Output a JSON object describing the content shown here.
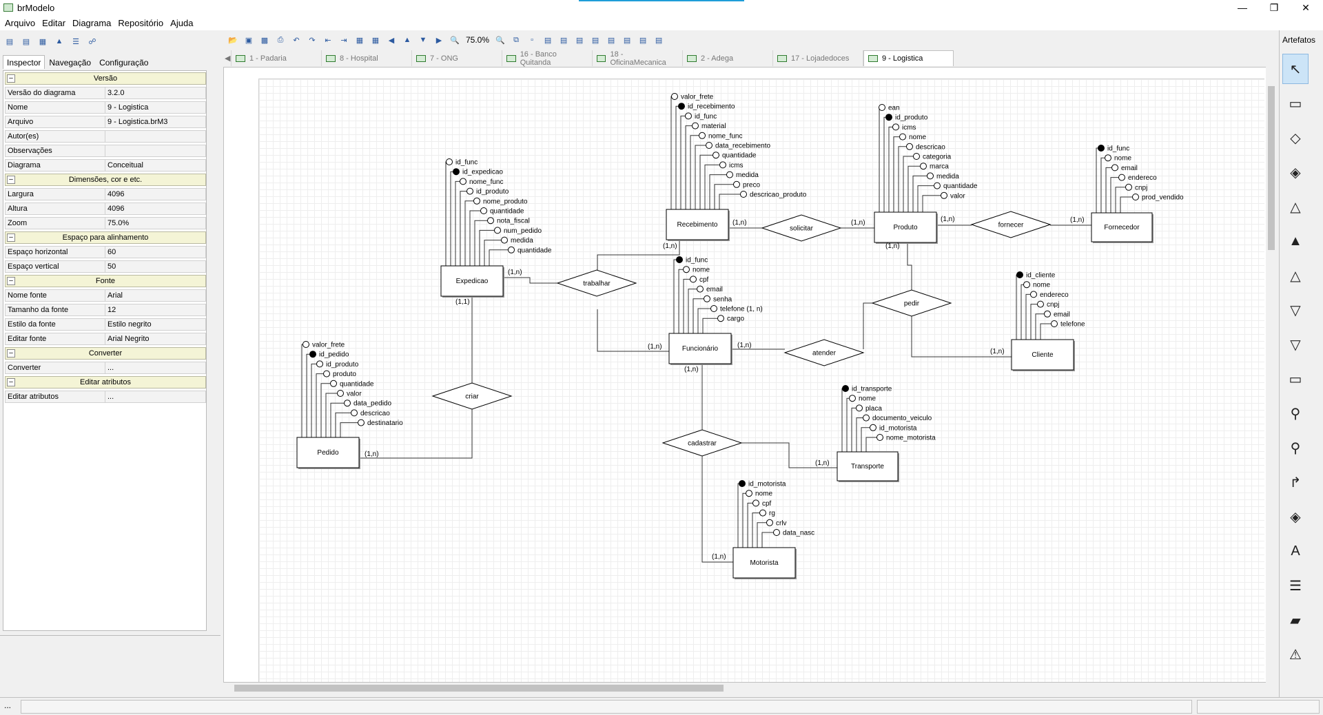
{
  "window": {
    "title": "brModelo"
  },
  "menu": [
    "Arquivo",
    "Editar",
    "Diagrama",
    "Repositório",
    "Ajuda"
  ],
  "left_tabs": [
    "Inspector",
    "Navegação",
    "Configuração"
  ],
  "inspector": [
    {
      "section": "Versão"
    },
    {
      "k": "Versão do diagrama",
      "v": "3.2.0"
    },
    {
      "k": "Nome",
      "v": "9 - Logistica"
    },
    {
      "k": "Arquivo",
      "v": "9 - Logistica.brM3"
    },
    {
      "k": "Autor(es)",
      "v": ""
    },
    {
      "k": "Observações",
      "v": ""
    },
    {
      "k": "Diagrama",
      "v": "Conceitual"
    },
    {
      "section": "Dimensões, cor e etc."
    },
    {
      "k": "Largura",
      "v": "4096"
    },
    {
      "k": "Altura",
      "v": "4096"
    },
    {
      "k": "Zoom",
      "v": "75.0%"
    },
    {
      "section": "Espaço para alinhamento"
    },
    {
      "k": "Espaço horizontal",
      "v": "60"
    },
    {
      "k": "Espaço vertical",
      "v": "50"
    },
    {
      "section": "Fonte"
    },
    {
      "k": "Nome fonte",
      "v": "Arial"
    },
    {
      "k": "Tamanho da fonte",
      "v": "12"
    },
    {
      "k": "Estilo da fonte",
      "v": "Estilo negrito"
    },
    {
      "k": "Editar fonte",
      "v": "Arial Negrito"
    },
    {
      "section": "Converter"
    },
    {
      "k": "Converter",
      "v": "..."
    },
    {
      "section": "Editar atributos"
    },
    {
      "k": "Editar atributos",
      "v": "..."
    }
  ],
  "zoom": "75.0%",
  "doc_tabs": [
    "1 - Padaria",
    "8 - Hospital",
    "7 - ONG",
    "16 - Banco Quitanda",
    "18 - OficinaMecanica",
    "2 - Adega",
    "17 - Lojadedoces",
    "9 - Logistica"
  ],
  "active_tab": "9 - Logistica",
  "right_panel_title": "Artefatos",
  "status_text": "...",
  "diagram": {
    "entities": {
      "recebimento": {
        "name": "Recebimento",
        "attrs": [
          [
            "valor_frete",
            false
          ],
          [
            "id_recebimento",
            true
          ],
          [
            "id_func",
            false
          ],
          [
            "material",
            false
          ],
          [
            "nome_func",
            false
          ],
          [
            "data_recebimento",
            false
          ],
          [
            "quantidade",
            false
          ],
          [
            "icms",
            false
          ],
          [
            "medida",
            false
          ],
          [
            "preco",
            false
          ],
          [
            "descricao_produto",
            false
          ]
        ]
      },
      "produto": {
        "name": "Produto",
        "attrs": [
          [
            "ean",
            false
          ],
          [
            "id_produto",
            true
          ],
          [
            "icms",
            false
          ],
          [
            "nome",
            false
          ],
          [
            "descricao",
            false
          ],
          [
            "categoria",
            false
          ],
          [
            "marca",
            false
          ],
          [
            "medida",
            false
          ],
          [
            "quantidade",
            false
          ],
          [
            "valor",
            false
          ]
        ]
      },
      "fornecedor": {
        "name": "Fornecedor",
        "attrs": [
          [
            "id_func",
            true
          ],
          [
            "nome",
            false
          ],
          [
            "email",
            false
          ],
          [
            "endereco",
            false
          ],
          [
            "cnpj",
            false
          ],
          [
            "prod_vendido",
            false
          ]
        ]
      },
      "expedicao": {
        "name": "Expedicao",
        "attrs": [
          [
            "id_func",
            false
          ],
          [
            "id_expedicao",
            true
          ],
          [
            "nome_func",
            false
          ],
          [
            "id_produto",
            false
          ],
          [
            "nome_produto",
            false
          ],
          [
            "quantidade",
            false
          ],
          [
            "nota_fiscal",
            false
          ],
          [
            "num_pedido",
            false
          ],
          [
            "medida",
            false
          ],
          [
            "quantidade",
            false
          ]
        ]
      },
      "funcionario": {
        "name": "Funcionário",
        "attrs": [
          [
            "id_func",
            true
          ],
          [
            "nome",
            false
          ],
          [
            "cpf",
            false
          ],
          [
            "email",
            false
          ],
          [
            "senha",
            false
          ],
          [
            "telefone (1, n)",
            false
          ],
          [
            "cargo",
            false
          ]
        ]
      },
      "cliente": {
        "name": "Cliente",
        "attrs": [
          [
            "id_cliente",
            true
          ],
          [
            "nome",
            false
          ],
          [
            "endereco",
            false
          ],
          [
            "cnpj",
            false
          ],
          [
            "email",
            false
          ],
          [
            "telefone",
            false
          ]
        ]
      },
      "pedido": {
        "name": "Pedido",
        "attrs": [
          [
            "valor_frete",
            false
          ],
          [
            "id_pedido",
            true
          ],
          [
            "id_produto",
            false
          ],
          [
            "produto",
            false
          ],
          [
            "quantidade",
            false
          ],
          [
            "valor",
            false
          ],
          [
            "data_pedido",
            false
          ],
          [
            "descricao",
            false
          ],
          [
            "destinatario",
            false
          ]
        ]
      },
      "transporte": {
        "name": "Transporte",
        "attrs": [
          [
            "id_transporte",
            true
          ],
          [
            "nome",
            false
          ],
          [
            "placa",
            false
          ],
          [
            "documento_veiculo",
            false
          ],
          [
            "id_motorista",
            false
          ],
          [
            "nome_motorista",
            false
          ]
        ]
      },
      "motorista": {
        "name": "Motorista",
        "attrs": [
          [
            "id_motorista",
            true
          ],
          [
            "nome",
            false
          ],
          [
            "cpf",
            false
          ],
          [
            "rg",
            false
          ],
          [
            "crlv",
            false
          ],
          [
            "data_nasc",
            false
          ]
        ]
      }
    },
    "relationships": {
      "solicitar": "solicitar",
      "fornecer": "fornecer",
      "trabalhar": "trabalhar",
      "pedir": "pedir",
      "atender": "atender",
      "criar": "criar",
      "cadastrar": "cadastrar"
    },
    "cardinalities": {
      "rec_sol": "(1,n)",
      "prod_sol": "(1,n)",
      "prod_forn": "(1,n)",
      "forn_forn": "(1,n)",
      "rec_trab": "(1,n)",
      "exp_trab": "(1,n)",
      "exp_criar": "(1,1)",
      "func_trab": "(1,n)",
      "func_aten": "(1,n)",
      "prod_pedir": "(1,n)",
      "cli_pedir": "(1,n)",
      "func_cad": "(1,n)",
      "transp_cad": "(1,n)",
      "moto_cad": "(1,n)",
      "ped_criar": "(1,n)"
    }
  }
}
